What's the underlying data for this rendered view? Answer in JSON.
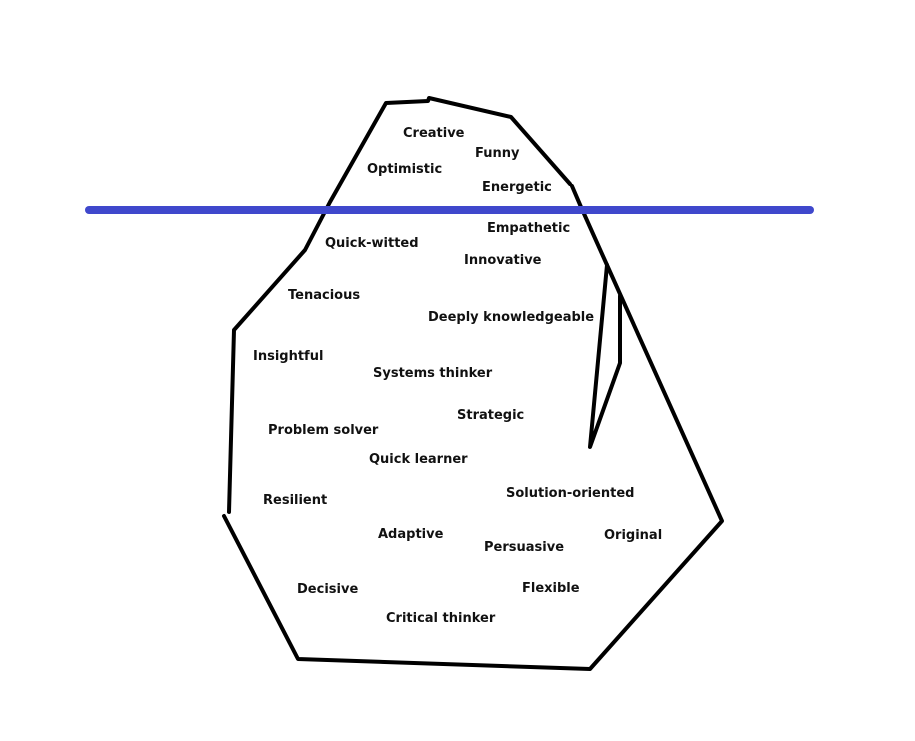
{
  "diagram": {
    "colors": {
      "outline": "#000000",
      "waterline": "#3f48cc",
      "text": "#111111",
      "background": "#ffffff"
    },
    "traits_above_water": [
      "Creative",
      "Funny",
      "Optimistic",
      "Energetic"
    ],
    "traits_below_water": [
      "Empathetic",
      "Quick-witted",
      "Innovative",
      "Tenacious",
      "Deeply knowledgeable",
      "Insightful",
      "Systems thinker",
      "Strategic",
      "Problem solver",
      "Quick learner",
      "Resilient",
      "Solution-oriented",
      "Adaptive",
      "Persuasive",
      "Original",
      "Decisive",
      "Flexible",
      "Critical thinker"
    ]
  }
}
